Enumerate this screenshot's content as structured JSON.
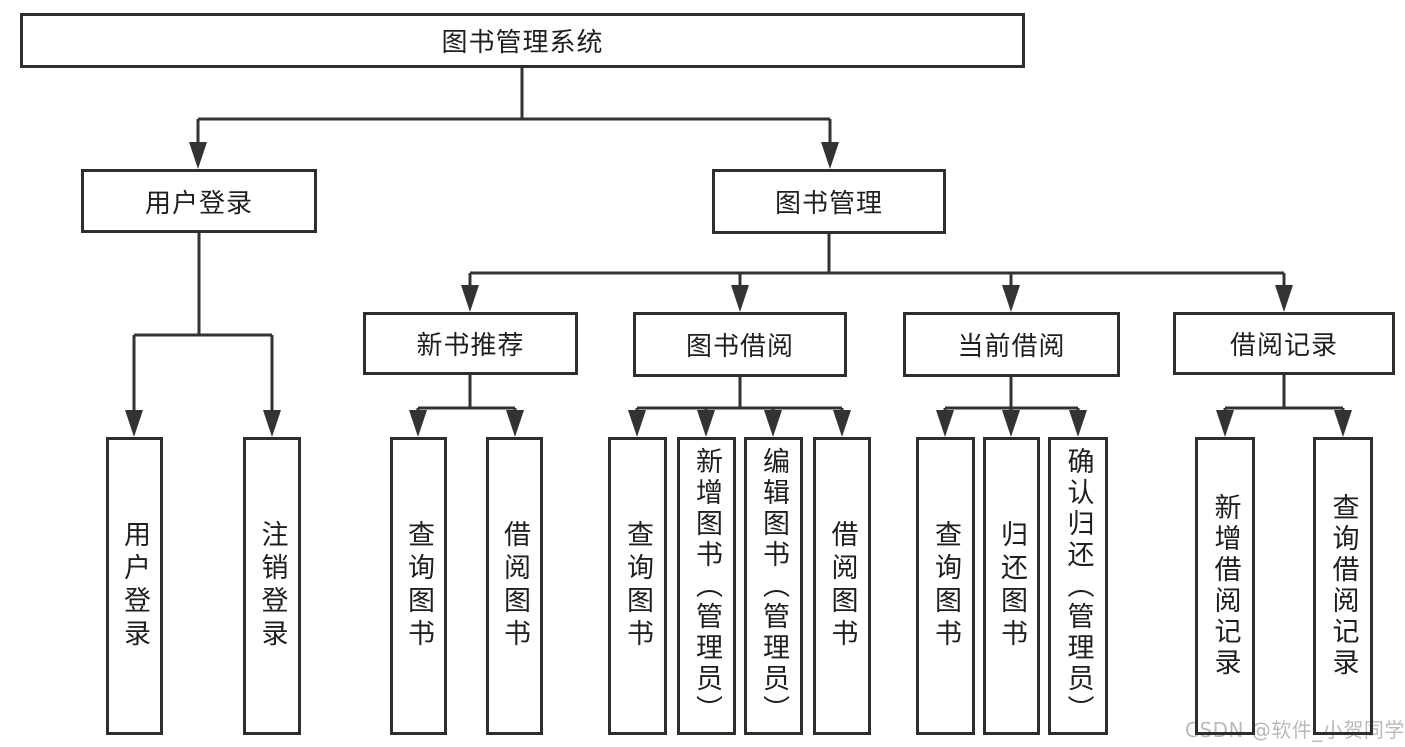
{
  "diagram": {
    "title": "图书管理系统",
    "level2": [
      {
        "label": "用户登录"
      },
      {
        "label": "图书管理"
      }
    ],
    "level3": [
      {
        "label": "新书推荐"
      },
      {
        "label": "图书借阅"
      },
      {
        "label": "当前借阅"
      },
      {
        "label": "借阅记录"
      }
    ],
    "leaves": {
      "user_login": [
        {
          "label": "用户登录"
        },
        {
          "label": "注销登录"
        }
      ],
      "new_book": [
        {
          "label": "查询图书"
        },
        {
          "label": "借阅图书"
        }
      ],
      "book_borrow": [
        {
          "label": "查询图书"
        },
        {
          "label": "新增图书（管理员）"
        },
        {
          "label": "编辑图书（管理员）"
        },
        {
          "label": "借阅图书"
        }
      ],
      "current_borrow": [
        {
          "label": "查询图书"
        },
        {
          "label": "归还图书"
        },
        {
          "label": "确认归还（管理员）"
        }
      ],
      "borrow_records": [
        {
          "label": "新增借阅记录"
        },
        {
          "label": "查询借阅记录"
        }
      ]
    },
    "watermark": "CSDN @软件_小贺同学",
    "colors": {
      "line": "#333333",
      "box_border": "#2e2e2e",
      "text": "#1f1f1f",
      "watermark": "#bababa",
      "background": "#ffffff"
    }
  }
}
